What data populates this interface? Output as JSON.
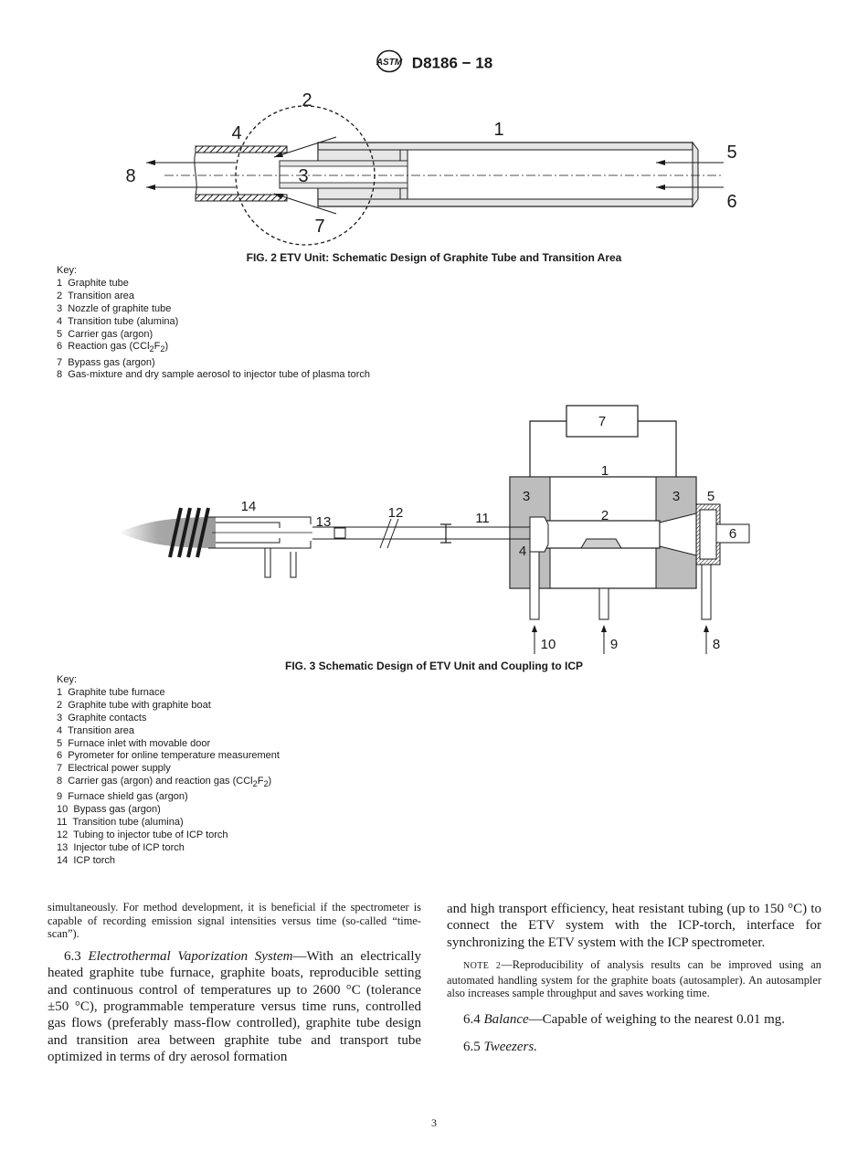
{
  "header": {
    "logo_text": "ASTM",
    "designation": "D8186 − 18"
  },
  "fig2": {
    "callouts": [
      "1",
      "2",
      "3",
      "4",
      "5",
      "6",
      "7",
      "8"
    ],
    "caption": "FIG. 2 ETV Unit: Schematic Design of Graphite Tube and Transition Area",
    "key_title": "Key:",
    "key": [
      {
        "num": "1",
        "text": "Graphite tube"
      },
      {
        "num": "2",
        "text": "Transition area"
      },
      {
        "num": "3",
        "text": "Nozzle of graphite tube"
      },
      {
        "num": "4",
        "text": "Transition tube (alumina)"
      },
      {
        "num": "5",
        "text": "Carrier gas (argon)"
      },
      {
        "num": "6",
        "text_pre": "Reaction gas (CCl",
        "sub1": "2",
        "mid": "F",
        "sub2": "2",
        "text_post": ")"
      },
      {
        "num": "7",
        "text": "Bypass gas (argon)"
      },
      {
        "num": "8",
        "text": "Gas-mixture and dry sample aerosol to injector tube of plasma torch"
      }
    ]
  },
  "fig3": {
    "callouts": [
      "1",
      "2",
      "3",
      "3",
      "4",
      "5",
      "6",
      "7",
      "8",
      "9",
      "10",
      "11",
      "12",
      "13",
      "14"
    ],
    "caption": "FIG. 3 Schematic Design of ETV Unit and Coupling to ICP",
    "key_title": "Key:",
    "key": [
      {
        "num": "1",
        "text": "Graphite tube furnace"
      },
      {
        "num": "2",
        "text": "Graphite tube with graphite boat"
      },
      {
        "num": "3",
        "text": "Graphite contacts"
      },
      {
        "num": "4",
        "text": "Transition area"
      },
      {
        "num": "5",
        "text": "Furnace inlet with movable door"
      },
      {
        "num": "6",
        "text": "Pyrometer for online temperature measurement"
      },
      {
        "num": "7",
        "text": "Electrical power supply"
      },
      {
        "num": "8",
        "text_pre": "Carrier gas (argon) and reaction gas (CCl",
        "sub1": "2",
        "mid": "F",
        "sub2": "2",
        "text_post": ")"
      },
      {
        "num": "9",
        "text": "Furnace shield gas (argon)"
      },
      {
        "num": "10",
        "text": "Bypass gas (argon)"
      },
      {
        "num": "11",
        "text": "Transition tube (alumina)"
      },
      {
        "num": "12",
        "text": "Tubing to injector tube of ICP torch"
      },
      {
        "num": "13",
        "text": "Injector tube of ICP torch"
      },
      {
        "num": "14",
        "text": "ICP torch"
      }
    ]
  },
  "body": {
    "left_continuation": "simultaneously. For method development, it is beneficial if the spectrometer is capable of recording emission signal intensities versus time (so-called “time-scan”).",
    "s63_number": "6.3",
    "s63_title": "Electrothermal Vaporization System",
    "s63_text_left": "—With an electrically heated graphite tube furnace, graphite boats, reproducible setting and continuous control of temperatures up to 2600 °C (tolerance ±50 °C), programmable temperature versus time runs, controlled gas flows (preferably mass-flow controlled), graphite tube design and transition area between graphite tube and transport tube optimized in terms of dry aerosol formation",
    "s63_text_right": "and high transport efficiency, heat resistant tubing (up to 150 °C) to connect the ETV system with the ICP-torch, interface for synchronizing the ETV system with the ICP spectrometer.",
    "note_label": "NOTE 2",
    "note_text": "—Reproducibility of analysis results can be improved using an automated handling system for the graphite boats (autosampler). An autosampler also increases sample throughput and saves working time.",
    "s64_number": "6.4",
    "s64_title": "Balance",
    "s64_text": "—Capable of weighing to the nearest 0.01 mg.",
    "s65_number": "6.5",
    "s65_title": "Tweezers."
  },
  "page_number": "3"
}
